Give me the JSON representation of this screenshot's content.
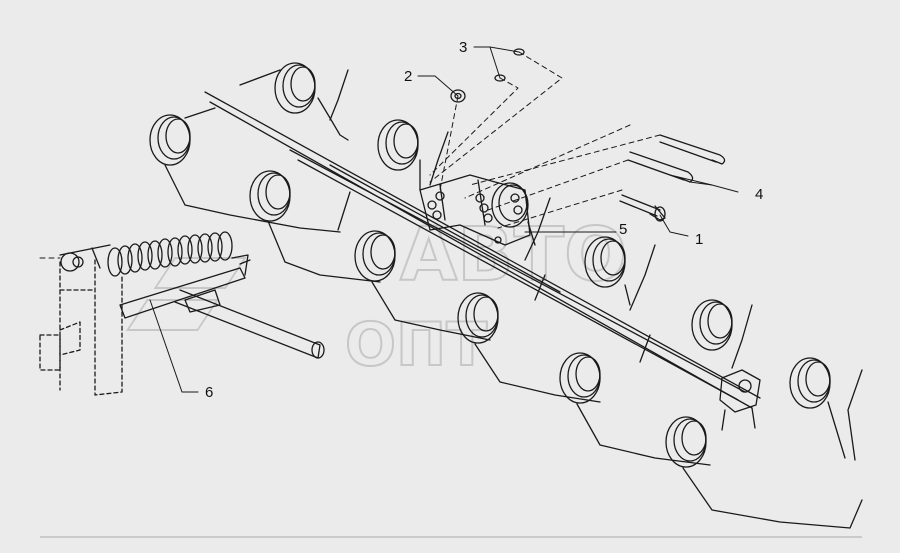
{
  "diagram": {
    "callouts": [
      {
        "id": "1",
        "label": "1"
      },
      {
        "id": "2",
        "label": "2"
      },
      {
        "id": "3",
        "label": "3"
      },
      {
        "id": "4",
        "label": "4"
      },
      {
        "id": "5",
        "label": "5"
      },
      {
        "id": "6",
        "label": "6"
      }
    ],
    "watermark": {
      "line1": "АВТО",
      "line2": "ОПТ"
    },
    "colors": {
      "background": "#ebebeb",
      "line": "#1a1a1a",
      "watermark": "#c4c4c4"
    }
  }
}
